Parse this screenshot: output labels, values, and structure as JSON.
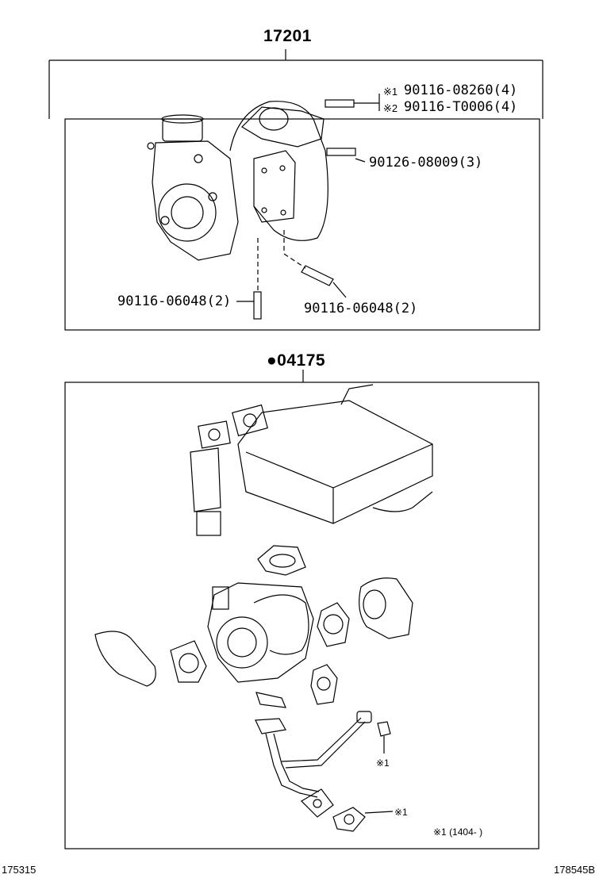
{
  "section1": {
    "title": "17201",
    "labels": {
      "p1_note": "※1",
      "p1": "90116-08260(4)",
      "p2_note": "※2",
      "p2": "90116-T0006(4)",
      "p3": "90126-08009(3)",
      "p4": "90116-06048(2)",
      "p5": "90116-06048(2)"
    }
  },
  "section2": {
    "title": "●04175",
    "labels": {
      "note_a": "※1",
      "note_b": "※1",
      "footnote": "※1 (1404-      )"
    }
  },
  "footer": {
    "left_code": "175315",
    "right_code": "178545B"
  }
}
